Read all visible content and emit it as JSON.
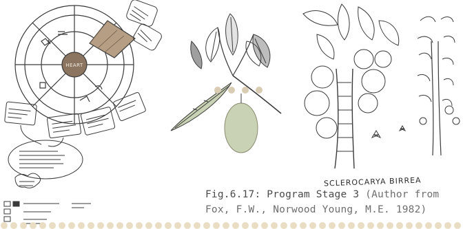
{
  "figure": {
    "caption_lead": "Fig.6.17: Program Stage 3",
    "caption_rest": " (Author from Fox, F.W., Norwood Young, M.E. 1982)",
    "diagram_center_label": "HEART",
    "species_label": "SCLEROCARYA BIRREA",
    "colors": {
      "sketch_line": "#3a3a3a",
      "sage_fill": "#c9d2b4",
      "tan_fill": "#b59e84",
      "dot_color": "#e9ddc3"
    }
  }
}
